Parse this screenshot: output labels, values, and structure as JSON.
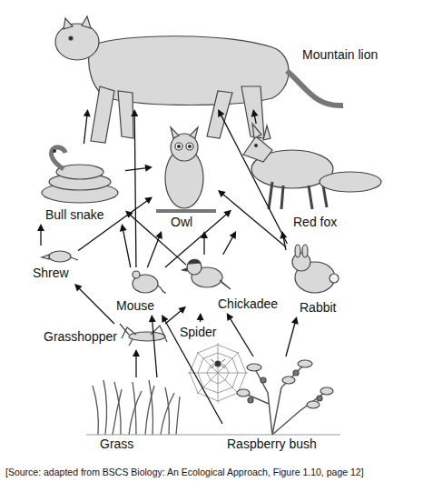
{
  "diagram": {
    "caption": "[Source: adapted from BSCS Biology: An Ecological Approach, Figure 1.10, page 12]",
    "nodes": [
      {
        "text": [
          "Mountain lion"
        ]
      },
      {
        "text": [
          "Bull snake"
        ]
      },
      {
        "text": [
          "Owl"
        ]
      },
      {
        "text": [
          "Red fox"
        ]
      },
      {
        "text": [
          "Shrew"
        ]
      },
      {
        "text": [
          "Mouse"
        ]
      },
      {
        "text": [
          "Chickadee"
        ]
      },
      {
        "text": [
          "Rabbit"
        ]
      },
      {
        "text": [
          "Grasshopper"
        ]
      },
      {
        "text": [
          "Spider"
        ]
      },
      {
        "text": [
          "Grass"
        ]
      },
      {
        "text": [
          "Raspberry bush"
        ]
      }
    ],
    "edges": [
      {
        "from": 10,
        "to": 8,
        "arrow": "to"
      },
      {
        "from": 10,
        "to": 5,
        "arrow": "to"
      },
      {
        "from": 11,
        "to": 5,
        "arrow": "to"
      },
      {
        "from": 11,
        "to": 6,
        "arrow": "to"
      },
      {
        "from": 11,
        "to": 7,
        "arrow": "to"
      },
      {
        "from": 8,
        "to": 4,
        "arrow": "to"
      },
      {
        "from": 8,
        "to": 6,
        "arrow": "to"
      },
      {
        "from": 9,
        "to": 6,
        "arrow": "to"
      },
      {
        "from": 4,
        "to": 1,
        "arrow": "to"
      },
      {
        "from": 4,
        "to": 2,
        "arrow": "to"
      },
      {
        "from": 5,
        "to": 1,
        "arrow": "to"
      },
      {
        "from": 5,
        "to": 2,
        "arrow": "to"
      },
      {
        "from": 5,
        "to": 0,
        "arrow": "to"
      },
      {
        "from": 5,
        "to": 3,
        "arrow": "to"
      },
      {
        "from": 6,
        "to": 1,
        "arrow": "to"
      },
      {
        "from": 6,
        "to": 2,
        "arrow": "to"
      },
      {
        "from": 6,
        "to": 3,
        "arrow": "to"
      },
      {
        "from": 7,
        "to": 2,
        "arrow": "to"
      },
      {
        "from": 7,
        "to": 0,
        "arrow": "to"
      },
      {
        "from": 7,
        "to": 3,
        "arrow": "to"
      },
      {
        "from": 1,
        "to": 0,
        "arrow": "to"
      },
      {
        "from": 1,
        "to": 2,
        "arrow": "to"
      },
      {
        "from": 3,
        "to": 0,
        "arrow": "to"
      }
    ]
  }
}
